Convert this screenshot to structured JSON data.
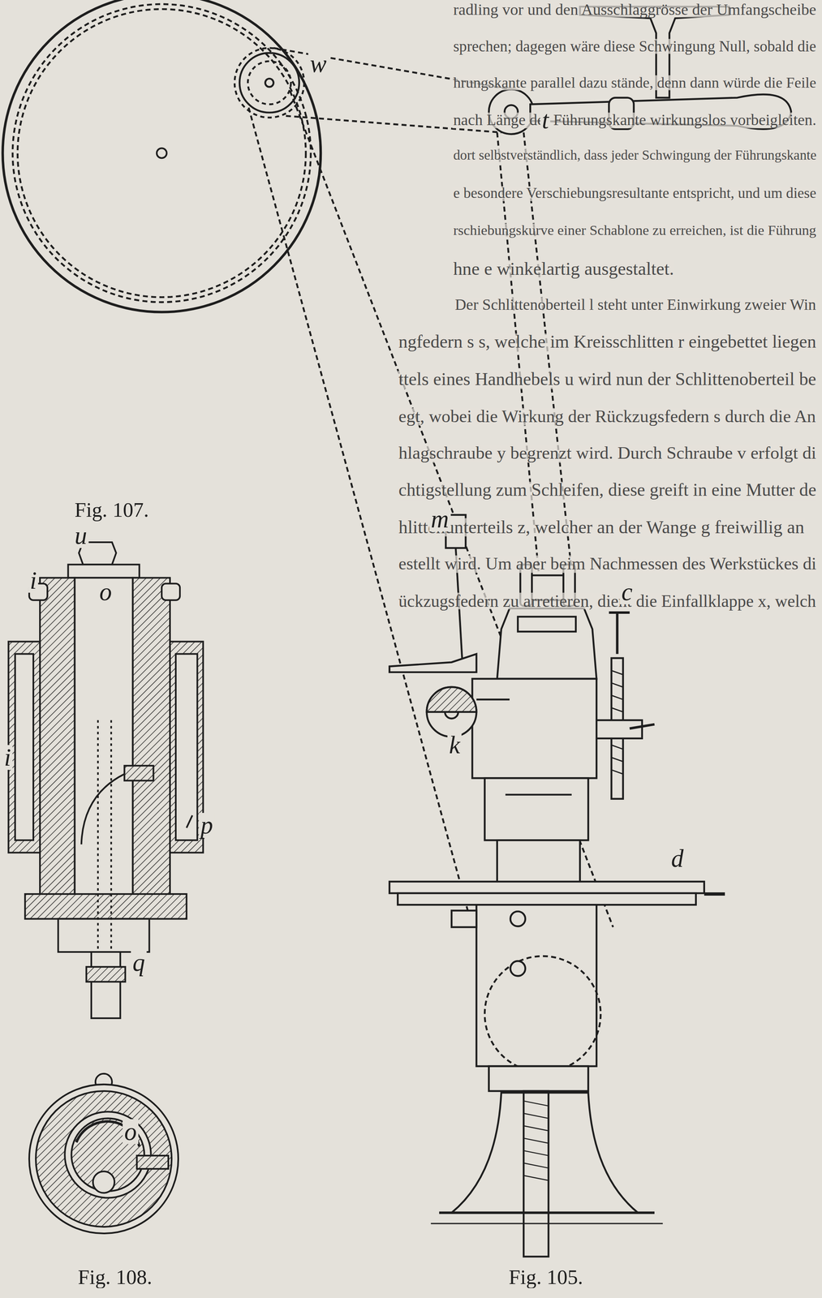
{
  "diagram": {
    "labels": [
      "radling vor und den Ausschlaggrösse der Umfangscheibe",
      "sprechen; dagegen wäre diese Schwingung Null, sobald die",
      "hrungskante parallel dazu stände, denn dann würde die Feile",
      "nach Länge der Führungskante wirkungslos vorbeigleiten.",
      "dort selbstverständlich, dass jeder Schwingung der Führungskante",
      "e besondere Verschiebungsresultante entspricht, und um diese",
      "rschiebungskurve einer Schablone zu erreichen, ist die Führung",
      "hne e winkelartig ausgestaltet.",
      "Der Schlittenoberteil l steht unter Einwirkung zweier Win",
      "ngfedern s s, welche im Kreisschlitten r eingebettet liegen",
      "ttels eines Handhebels u wird nun der Schlittenoberteil be",
      "egt, wobei die Wirkung der Rückzugsfedern s durch die An",
      "hlagschraube y begrenzt wird. Durch Schraube v erfolgt di",
      "chtigstellung zum Schleifen, diese greift in eine Mutter de",
      "hlittenunterteils z, welcher an der Wange g freiwillig an",
      "estellt wird. Um aber beim Nachmessen des Werkstückes di",
      "ückzugsfedern zu arretieren, dient die Einfallklappe x, welch",
      "w",
      "t",
      "Fig. 107.",
      "u",
      "i",
      "o",
      "i",
      "p",
      "q",
      "o",
      "Fig. 108.",
      "c",
      "m",
      "k",
      "d",
      "Fig. 105."
    ]
  }
}
